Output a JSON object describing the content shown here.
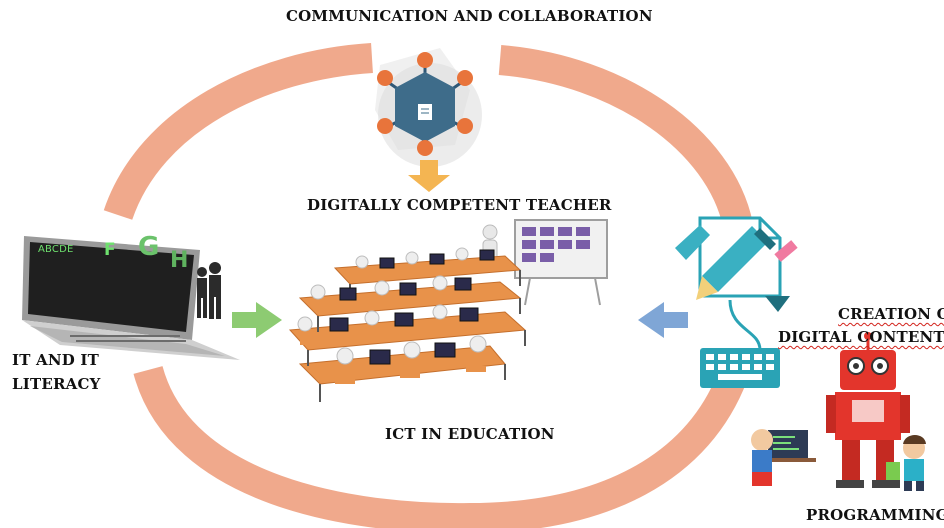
{
  "labels": {
    "top": "COMMUNICATION AND COLLABORATION",
    "center_top": "DIGITALLY COMPETENT TEACHER",
    "left_line1": "IT AND IT",
    "left_line2": "LITERACY",
    "bottom": "ICT IN EDUCATION",
    "right_line1": "CREATION OF",
    "right_line2": "DIGITAL CONTENT",
    "programming": "PROGRAMMING"
  },
  "laptop_letters": [
    "ABCDE",
    "F",
    "G",
    "H"
  ],
  "colors": {
    "ring": "#f0a98c",
    "ring_dark": "#e98f6d",
    "network_hub": "#3e6c8a",
    "network_node": "#e8743b",
    "arrow_down": "#f4b552",
    "arrow_green": "#8dcb72",
    "arrow_blue": "#7fa6d6",
    "desk": "#e8924a",
    "robot": "#e3352c",
    "pen_teal": "#3ab0c2",
    "keyboard": "#2aa3b5"
  },
  "icons": {
    "network": "network-collaboration-icon",
    "down_arrow": "down-arrow-icon",
    "laptop": "laptop-icon",
    "classroom": "classroom-icon",
    "content": "content-creation-icon",
    "robot": "robot-programming-icon"
  }
}
